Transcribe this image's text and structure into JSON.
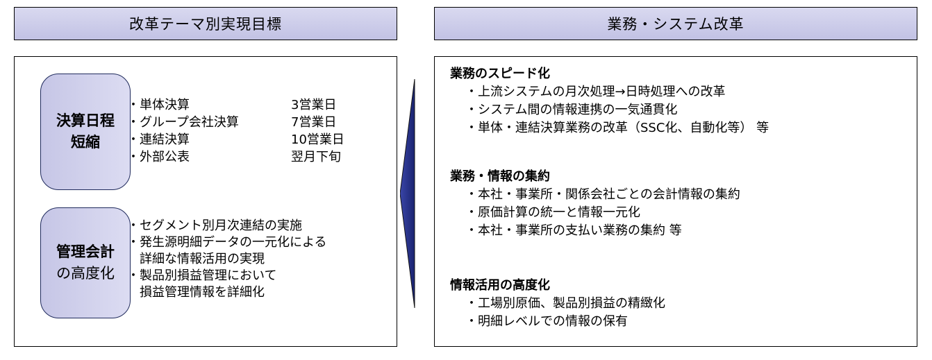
{
  "left": {
    "header": "改革テーマ別実現目標",
    "pill1": {
      "line1": "決算日程",
      "line2": "短縮"
    },
    "schedule": [
      {
        "label": "単体決算",
        "value": "3営業日"
      },
      {
        "label": "グループ会社決算",
        "value": "7営業日"
      },
      {
        "label": "連結決算",
        "value": "10営業日"
      },
      {
        "label": "外部公表",
        "value": "翌月下旬"
      }
    ],
    "pill2": {
      "line1": "管理会計",
      "line2": "の高度化"
    },
    "management": [
      {
        "line1": "セグメント別月次連結の実施",
        "line2": ""
      },
      {
        "line1": "発生源明細データの一元化による",
        "line2": "詳細な情報活用の実現"
      },
      {
        "line1": "製品別損益管理において",
        "line2": "損益管理情報を詳細化"
      }
    ]
  },
  "bullet": "・",
  "right": {
    "header": "業務・システム改革",
    "sections": [
      {
        "title": "業務のスピード化",
        "items": [
          "上流システムの月次処理→日時処理への改革",
          "システム間の情報連携の一気通貫化",
          "単体・連結決算業務の改革（SSC化、自動化等） 等"
        ]
      },
      {
        "title": "業務・情報の集約",
        "items": [
          "本社・事業所・関係会社ごとの会計情報の集約",
          "原価計算の統一と情報一元化",
          "本社・事業所の支払い業務の集約 等"
        ]
      },
      {
        "title": "情報活用の高度化",
        "items": [
          "工場別原価、製品別損益の精緻化",
          "明細レベルでの情報の保有"
        ]
      }
    ]
  },
  "colors": {
    "header_fill": "#c8c8e8",
    "pill_fill": "#d0d0ec",
    "arrow_fill": "#1f2a80"
  }
}
